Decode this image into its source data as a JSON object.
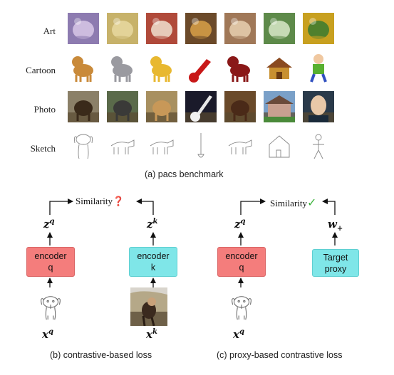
{
  "benchmark": {
    "rows": [
      {
        "label": "Art"
      },
      {
        "label": "Cartoon"
      },
      {
        "label": "Photo"
      },
      {
        "label": "Sketch"
      }
    ],
    "classes": [
      "dog",
      "elephant",
      "giraffe",
      "guitar",
      "horse",
      "house",
      "person"
    ],
    "caption": "(a) pacs benchmark"
  },
  "diagram_b": {
    "similarity": "Similarity",
    "mark": "❓",
    "z_q": {
      "base": "z",
      "sup": "q"
    },
    "z_k": {
      "base": "z",
      "sup": "k"
    },
    "encoder_q": {
      "line1": "encoder",
      "line2": "q"
    },
    "encoder_k": {
      "line1": "encoder",
      "line2": "k"
    },
    "x_q": {
      "base": "x",
      "sup": "q"
    },
    "x_k": {
      "base": "x",
      "sup": "k"
    },
    "caption": "(b) contrastive-based loss"
  },
  "diagram_c": {
    "similarity": "Similarity",
    "mark": "✓",
    "z_q": {
      "base": "z",
      "sup": "q"
    },
    "w_plus": {
      "base": "w",
      "sub": "+"
    },
    "encoder_q": {
      "line1": "encoder",
      "line2": "q"
    },
    "proxy": {
      "line1": "Target",
      "line2": "proxy"
    },
    "x_q": {
      "base": "x",
      "sup": "q"
    },
    "caption": "(c) proxy-based contrastive loss"
  },
  "colors": {
    "encoder_q": "#f47d7c",
    "encoder_k": "#7fe6e8",
    "question_mark": "#e53030",
    "check_mark": "#3fb43f"
  }
}
